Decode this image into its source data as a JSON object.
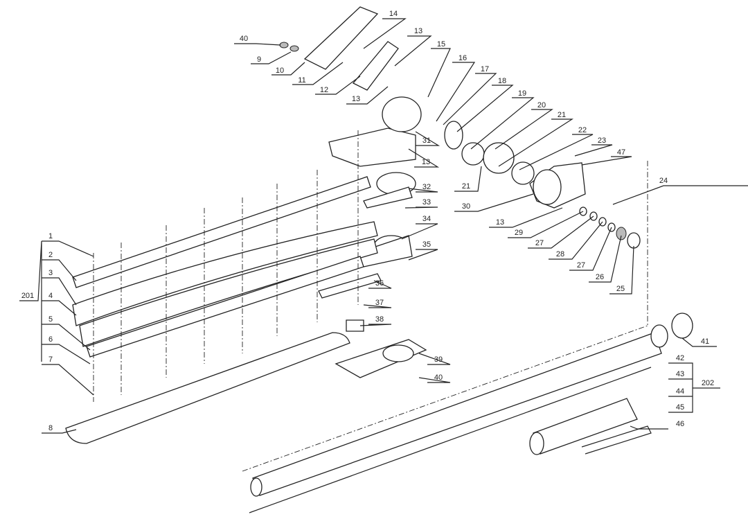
{
  "title": "Hedge trimmer attachment exploded parts diagram",
  "labels": {
    "p40a": "40",
    "p9": "9",
    "p10": "10",
    "p11": "11",
    "p12": "12",
    "p14": "14",
    "p13a": "13",
    "p13b": "13",
    "p15": "15",
    "p16": "16",
    "p17": "17",
    "p18": "18",
    "p19": "19",
    "p20": "20",
    "p21a": "21",
    "p22": "22",
    "p23": "23",
    "p47": "47",
    "p24": "24",
    "p31": "31",
    "p13c": "13",
    "p21b": "21",
    "p30": "30",
    "p32": "32",
    "p33": "33",
    "p34": "34",
    "p35": "35",
    "p13d": "13",
    "p29": "29",
    "p27a": "27",
    "p28": "28",
    "p27b": "27",
    "p26": "26",
    "p25": "25",
    "p36": "36",
    "p37": "37",
    "p38": "38",
    "p39": "39",
    "p40b": "40",
    "p1": "1",
    "p2": "2",
    "p3": "3",
    "p201": "201",
    "p4": "4",
    "p5": "5",
    "p6": "6",
    "p7": "7",
    "p8": "8",
    "p41": "41",
    "p42": "42",
    "p43": "43",
    "p202": "202",
    "p44": "44",
    "p45": "45",
    "p46": "46"
  }
}
